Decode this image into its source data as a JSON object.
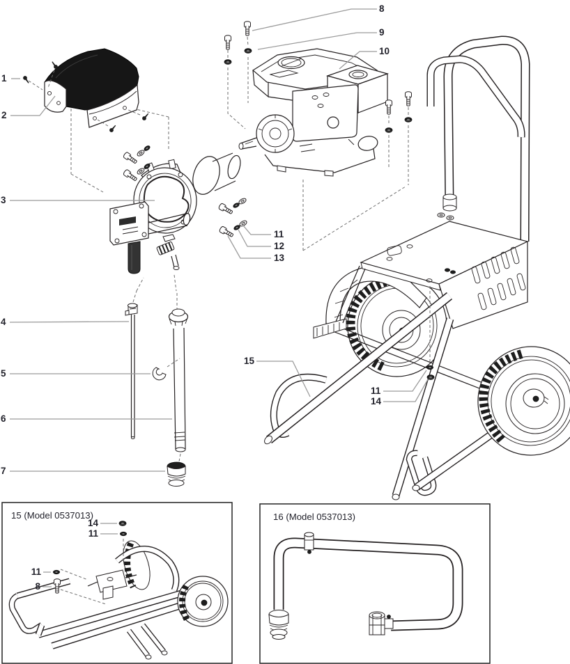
{
  "colors": {
    "ink": "#231f20",
    "leader_line": "#9b9b9b",
    "dark_fill": "#1e1e1e",
    "background": "#ffffff"
  },
  "callouts": {
    "screw_guard": "1",
    "belt_guard": "2",
    "pump": "3",
    "return_tube": "4",
    "clip": "5",
    "siphon_tube": "6",
    "strainer": "7",
    "bolt": "8",
    "nut_engine": "9",
    "engine": "10",
    "washer": "11",
    "lock_washer": "12",
    "bolt_pump": "13",
    "locknut": "14",
    "cart": "15"
  },
  "insets": {
    "left_caption": "15 (Model 0537013)",
    "right_caption": "16 (Model 0537013)"
  }
}
